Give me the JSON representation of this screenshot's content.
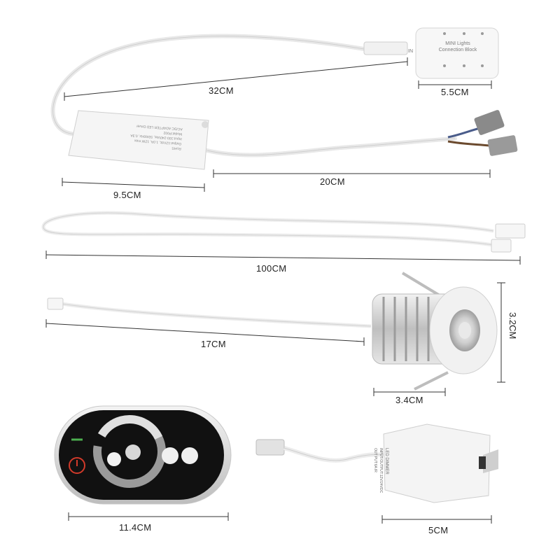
{
  "dimensions": {
    "connection_block_cable": "32CM",
    "connection_block_width": "5.5CM",
    "driver_width": "9.5CM",
    "driver_cable": "20CM",
    "extension_cable": "100CM",
    "light_cable": "17CM",
    "light_height": "3.2CM",
    "light_width": "3.4CM",
    "remote_width": "11.4CM",
    "dimmer_width": "5CM"
  },
  "connection_block": {
    "port_label": "IN",
    "title_line1": "MINI Lights",
    "title_line2": "Connection Block"
  },
  "driver": {
    "label": "AC/DC ADAPTER LED Driver",
    "model": "Model:P002",
    "input": "Input:100-240Vac, 50/60Hz, 0.3A",
    "output": "Output:12Vdc, 1.0A, 12W max",
    "rohs": "RoHS"
  },
  "dimmer": {
    "title": "LED DIMMER",
    "line1": "INPUT/OUTPUT:12V/24VDC",
    "line2": "OUT PUT:6A IR"
  },
  "colors": {
    "line": "#333333",
    "cable": "#e9e9e9",
    "remote_body": "#111111",
    "remote_shell": "#d9d9d9",
    "indicator_green": "#4caf50",
    "power_red": "#d23a2a"
  }
}
